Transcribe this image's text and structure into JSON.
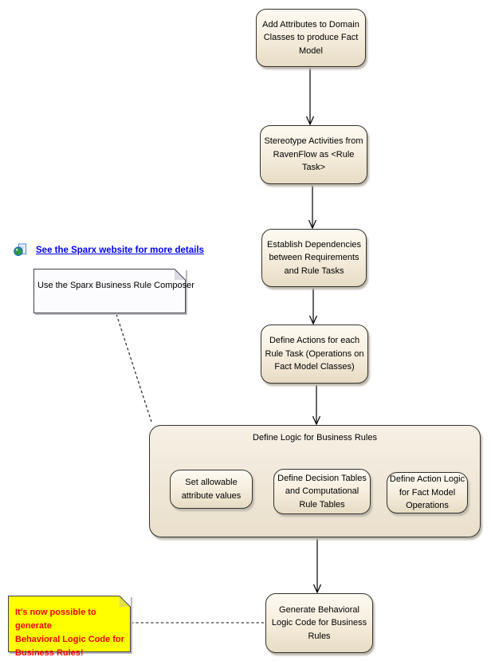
{
  "link": {
    "label": "See the Sparx website for more details",
    "color": "#0000FF",
    "icon": "web-document-globe-icon"
  },
  "nodes": {
    "add_attributes": {
      "lines": [
        "Add Attributes to Domain",
        "Classes to produce Fact",
        "Model"
      ]
    },
    "stereotype_activities": {
      "lines": [
        "Stereotype Activities from",
        "RavenFlow as <Rule",
        "Task>"
      ]
    },
    "establish_dependencies": {
      "lines": [
        "Establish Dependencies",
        "between Requirements",
        "and Rule Tasks"
      ]
    },
    "define_actions": {
      "lines": [
        "Define Actions for each",
        "Rule Task (Operations on",
        "Fact Model Classes)"
      ]
    },
    "generate_code": {
      "lines": [
        "Generate Behavioral",
        "Logic Code for Business",
        "Rules"
      ]
    }
  },
  "frame": {
    "title": "Define Logic for Business Rules",
    "children": {
      "set_allowable": {
        "lines": [
          "Set allowable",
          "attribute values"
        ]
      },
      "decision_tables": {
        "lines": [
          "Define Decision Tables",
          "and Computational",
          "Rule Tables"
        ]
      },
      "action_logic": {
        "lines": [
          "Define Action Logic",
          "for Fact Model",
          "Operations"
        ]
      }
    }
  },
  "notes": {
    "composer": {
      "text": "Use the Sparx Business Rule Composer",
      "bg": "#FCFBFD",
      "text_color": "#000000"
    },
    "generate_highlight": {
      "lines": [
        "It's now possible to generate",
        "Behavioral Logic Code for",
        "Business Rules!"
      ],
      "bg": "#FFFF00",
      "text_color": "#FF0000"
    }
  },
  "colors": {
    "canvas_bg": "#FFFFFF",
    "activity_fill_top": "#FDFAF2",
    "activity_fill_bottom": "#E7DCC4",
    "activity_border": "#34322E",
    "shadow": "#BCB7AC",
    "connector": "#000000",
    "link_blue": "#0000FF",
    "note_yellow_bg": "#FFFF00",
    "note_red_text": "#FF0000"
  }
}
